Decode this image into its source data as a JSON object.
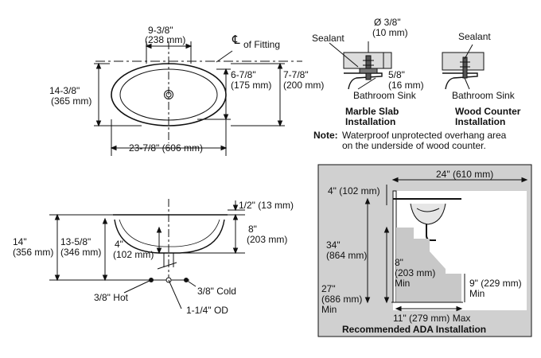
{
  "top_view": {
    "width_top": "9-3/8\"",
    "width_top_mm": "(238 mm)",
    "centerline": "of Fitting",
    "height_left": "14-3/8\"",
    "height_left_mm": "(365 mm)",
    "height_inner": "6-7/8\"",
    "height_inner_mm": "(175 mm)",
    "height_right": "7-7/8\"",
    "height_right_mm": "(200 mm)",
    "width_bottom": "23-7/8\" (606 mm)"
  },
  "installation": {
    "sealant_label": "Sealant",
    "diameter": "Ø 3/8\"",
    "diameter_mm": "(10 mm)",
    "thickness": "5/8\"",
    "thickness_mm": "(16 mm)",
    "sink_label": "Bathroom Sink",
    "marble_title_1": "Marble Slab",
    "marble_title_2": "Installation",
    "wood_title_1": "Wood Counter",
    "wood_title_2": "Installation",
    "note_label": "Note:",
    "note_text_1": "Waterproof unprotected overhang area",
    "note_text_2": "on the underside of wood counter."
  },
  "side_view": {
    "overall": "14\"",
    "overall_mm": "(356 mm)",
    "to_drain": "13-5/8\"",
    "to_drain_mm": "(346 mm)",
    "depth": "4\"",
    "depth_mm": "(102 mm)",
    "rim": "1/2\" (13 mm)",
    "bowl": "8\"",
    "bowl_mm": "(203 mm)",
    "hot": "3/8\" Hot",
    "cold": "3/8\" Cold",
    "outlet": "1-1/4\" OD"
  },
  "ada": {
    "depth": "24\" (610 mm)",
    "offset": "4\" (102 mm)",
    "height": "34\"",
    "height_mm": "(864 mm)",
    "knee": "8\"",
    "knee_mm": "(203 mm)",
    "knee_min": "Min",
    "clear": "27\"",
    "clear_mm": "(686 mm)",
    "clear_min": "Min",
    "toe": "9\" (229 mm)",
    "toe_min": "Min",
    "max": "11\" (279 mm) Max",
    "title": "Recommended ADA Installation"
  }
}
